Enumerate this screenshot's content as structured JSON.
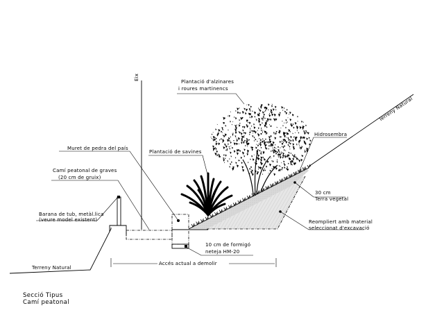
{
  "drawing": {
    "title_line1": "Secció Tipus",
    "title_line2": "Camí peatonal",
    "axis_label": "Eix",
    "colors": {
      "line": "#000000",
      "fill_light": "#d9d9d9",
      "background": "#ffffff"
    },
    "labels": {
      "terrain_left": "Terreny Natural",
      "terrain_right": "Terreny Natural",
      "railing_line1": "Barana de tub, metàl.lica",
      "railing_line2": "(veure model existent)",
      "path_line1": "Camí peatonal de graves",
      "path_line2": "(20 cm de gruix)",
      "wall": "Muret de pedra del país",
      "plant_sabines": "Plantació de savines",
      "plant_oaks_line1": "Plantació d'alzinares",
      "plant_oaks_line2": "i roures martinencs",
      "hydroseed": "Hidrosembra",
      "topsoil_line1": "30 cm",
      "topsoil_line2": "Terra vegetal",
      "fill_line1": "Reompliert amb material",
      "fill_line2": "seleccionat d'excavació",
      "concrete_line1": "10 cm de formigó",
      "concrete_line2": "neteja HM-20",
      "access_dimension": "Accés actual a demolir"
    }
  }
}
